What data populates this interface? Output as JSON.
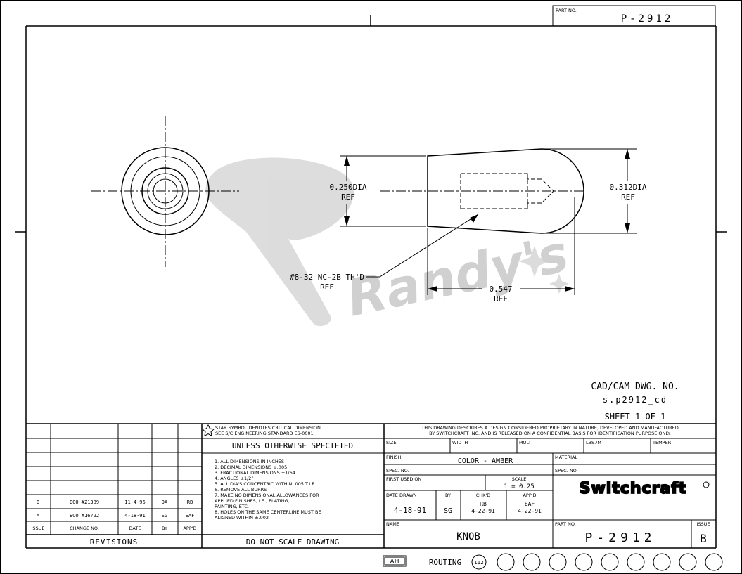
{
  "part_no_top": {
    "label": "PART NO.",
    "value": "P-2912"
  },
  "drawing": {
    "dim_left": {
      "value": "0.250DIA",
      "ref": "REF"
    },
    "dim_right": {
      "value": "0.312DIA",
      "ref": "REF"
    },
    "thread": {
      "value": "#8-32 NC-2B TH'D",
      "ref": "REF"
    },
    "length": {
      "value": "0.547",
      "ref": "REF"
    }
  },
  "watermark": {
    "text": "Randy's"
  },
  "cad": {
    "title": "CAD/CAM DWG. NO.",
    "file": "s.p2912_cd",
    "sheet": "SHEET 1 OF 1"
  },
  "notes_box": {
    "star_note_1": "STAR SYMBOL DENOTES CRITICAL DIMENSION.",
    "star_note_2": "SEE S/C ENGINEERING STANDARD ES-0001",
    "unless": "UNLESS OTHERWISE SPECIFIED",
    "items": [
      "1. ALL DIMENSIONS IN INCHES",
      "2. DECIMAL DIMENSIONS ±.005",
      "3. FRACTIONAL DIMENSIONS ±1/64",
      "4. ANGLES ±1/2°",
      "5. ALL DIA'S CONCENTRIC WITHIN .005 T.I.R.",
      "6. REMOVE ALL BURRS",
      "7. MAKE NO DIMENSIONAL ALLOWANCES FOR",
      "   APPLIED FINISHES, I.E., PLATING,",
      "   PAINTING, ETC.",
      "8. HOLES ON THE SAME CENTERLINE MUST BE",
      "   ALIGNED WITHIN ±.002"
    ],
    "footer": "DO NOT SCALE DRAWING"
  },
  "revisions": {
    "rows": [
      {
        "issue": "B",
        "change": "ECO #21389",
        "date": "11-4-96",
        "by": "DA",
        "appd": "RB"
      },
      {
        "issue": "A",
        "change": "ECO #16722",
        "date": "4-18-91",
        "by": "SG",
        "appd": "EAF"
      }
    ],
    "headers": {
      "issue": "ISSUE",
      "change": "CHANGE NO.",
      "date": "DATE",
      "by": "BY",
      "appd": "APP'D"
    },
    "title": "REVISIONS"
  },
  "title_block": {
    "proprietary_1": "THIS DRAWING DESCRIBES A DESIGN CONSIDERED PROPRIETARY IN NATURE, DEVELOPED AND MANUFACTURED",
    "proprietary_2": "BY SWITCHCRAFT INC. AND IS RELEASED ON A CONFIDENTIAL BASIS FOR IDENTIFICATION PURPOSE ONLY.",
    "size_label": "SIZE",
    "width_label": "WIDTH",
    "mult_label": "MULT",
    "lbs_label": "LBS./M",
    "temper_label": "TEMPER",
    "finish_label": "FINISH",
    "finish_value": "COLOR - AMBER",
    "spec_label": "SPEC. NO.",
    "material_label": "MATERIAL",
    "spec2_label": "SPEC. NO.",
    "first_used_label": "FIRST USED ON",
    "scale_label": "SCALE",
    "scale_value": "1 = 0.25",
    "date_drawn_label": "DATE DRAWN",
    "date_drawn": "4-18-91",
    "by_label": "BY",
    "by_value": "SG",
    "chkd_label": "CHK'D",
    "chkd_by": "RB",
    "chkd_date": "4-22-91",
    "appd_label": "APP'D",
    "appd_by": "EAF",
    "appd_date": "4-22-91",
    "name_label": "NAME",
    "name_value": "KNOB",
    "partno_label": "PART NO.",
    "partno_value": "P-2912",
    "issue_label": "ISSUE",
    "issue_value": "B",
    "brand": "Switchcraft"
  },
  "routing": {
    "badge": "AH",
    "label": "ROUTING",
    "number": "112"
  }
}
